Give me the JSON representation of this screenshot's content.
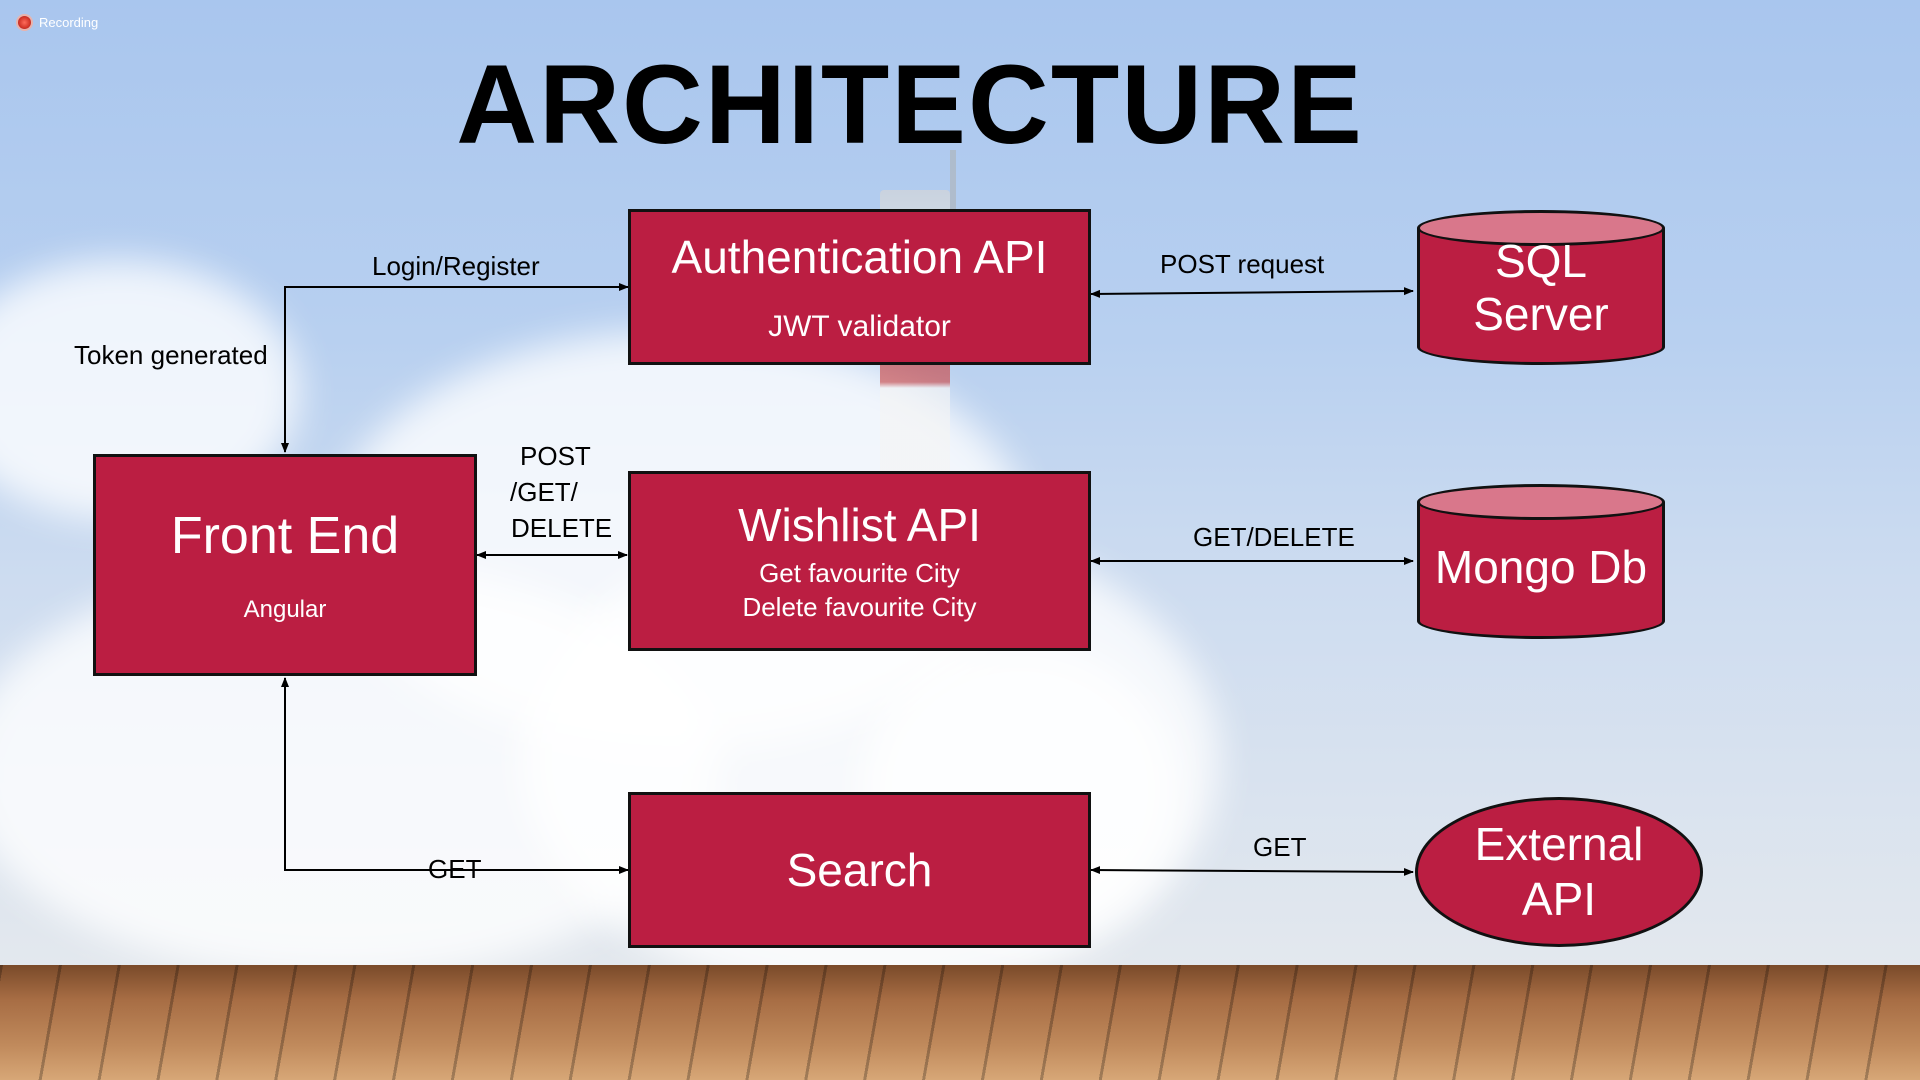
{
  "recording": {
    "label": "Recording"
  },
  "title": "ARCHITECTURE",
  "nodes": {
    "auth": {
      "title": "Authentication API",
      "subtitle": "JWT validator"
    },
    "wishlist": {
      "title": "Wishlist API",
      "line1": "Get favourite City",
      "line2": "Delete favourite City"
    },
    "frontend": {
      "title": "Front End",
      "subtitle": "Angular"
    },
    "search": {
      "title": "Search"
    },
    "sql": {
      "line1": "SQL",
      "line2": "Server"
    },
    "mongo": {
      "title": "Mongo Db"
    },
    "external": {
      "line1": "External",
      "line2": "API"
    }
  },
  "edges": {
    "login": "Login/Register",
    "token": "Token generated",
    "post_get_delete_1": "POST",
    "post_get_delete_2": "/GET/",
    "post_get_delete_3": "DELETE",
    "post_request": "POST request",
    "get_delete": "GET/DELETE",
    "get_search": "GET",
    "get_external": "GET"
  }
}
